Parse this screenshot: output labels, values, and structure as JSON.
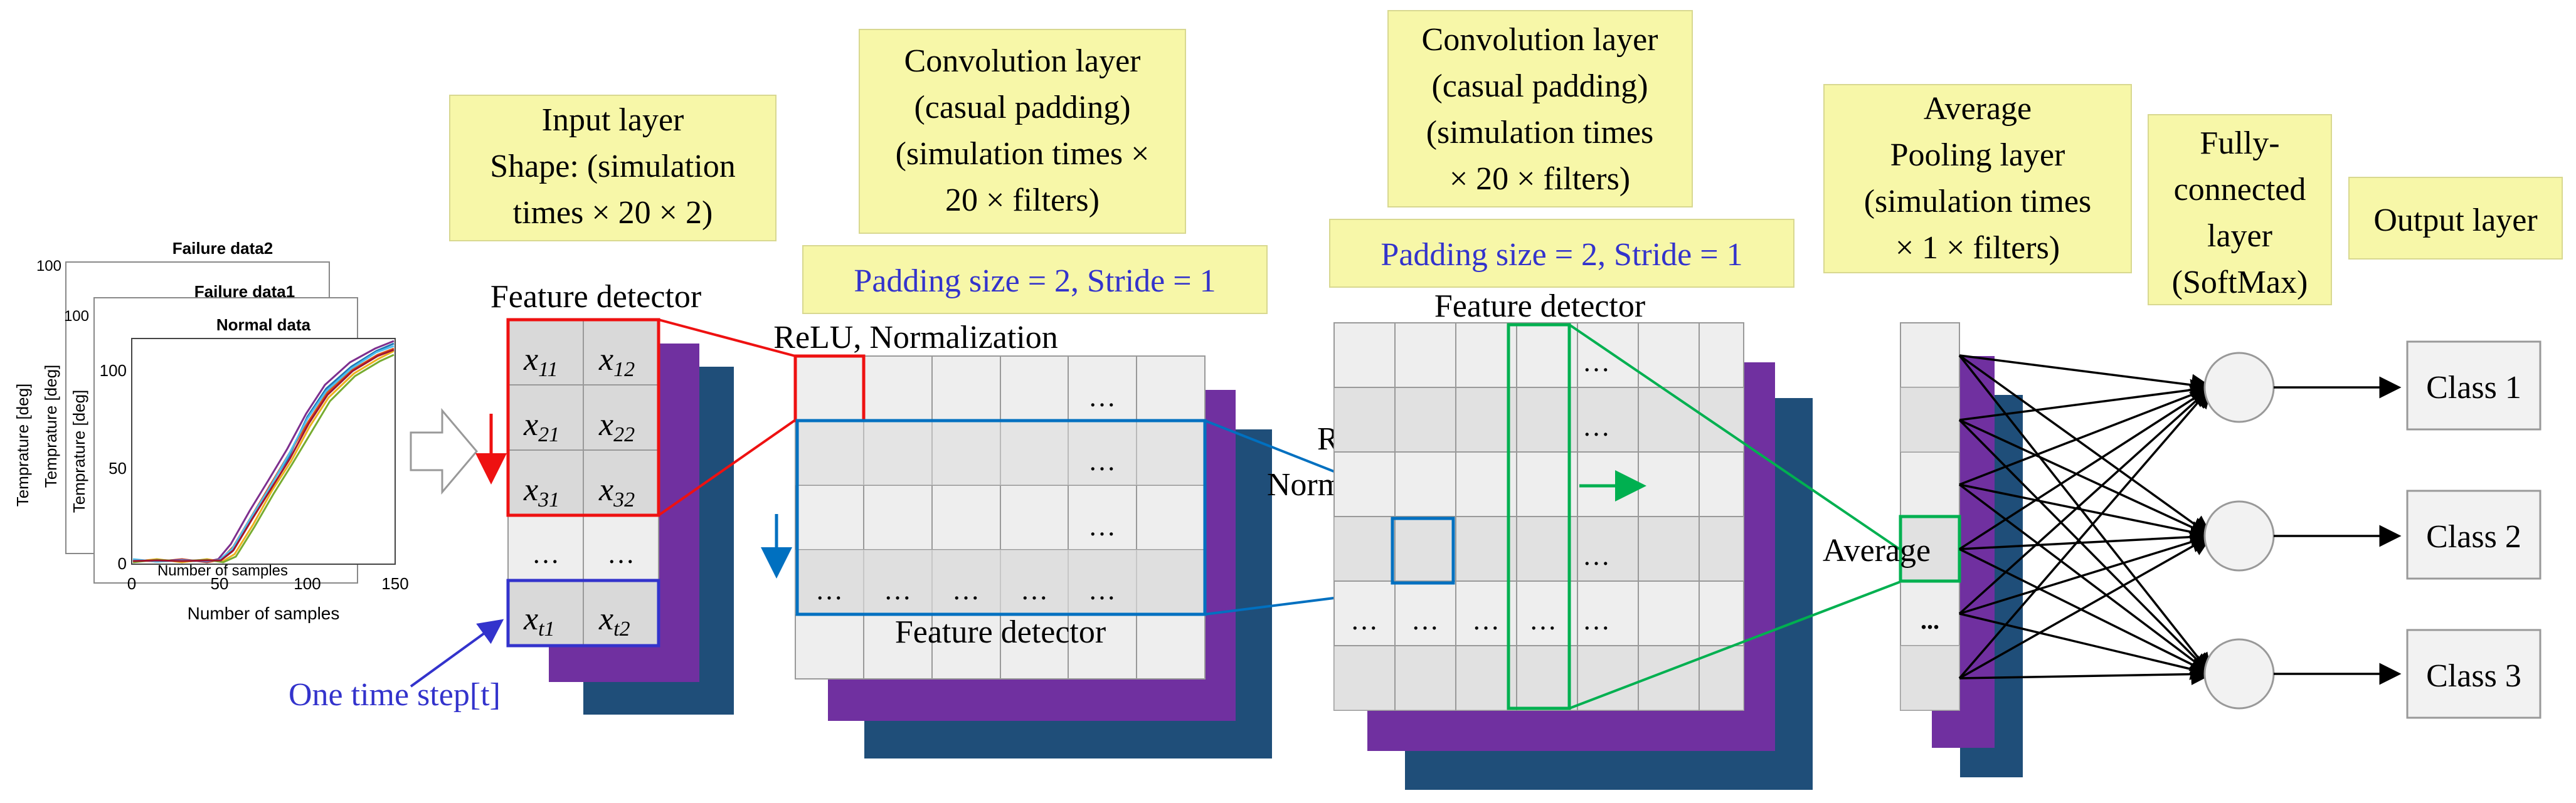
{
  "layers": {
    "input": {
      "line1": "Input layer",
      "line2": "Shape: (simulation",
      "line3": "times × 20 × 2)"
    },
    "conv1": {
      "line1": "Convolution layer",
      "line2": "(casual padding)",
      "line3": "(simulation times ×",
      "line4": "20 × filters)",
      "padding": "Padding size = 2, Stride = 1"
    },
    "conv2": {
      "line1": "Convolution layer",
      "line2": "(casual padding)",
      "line3": "(simulation times",
      "line4": "× 20 × filters)",
      "padding": "Padding size = 2, Stride = 1"
    },
    "pool": {
      "line1": "Average",
      "line2": "Pooling layer",
      "line3": "(simulation times",
      "line4": "× 1 × filters)"
    },
    "fc": {
      "line1": "Fully-",
      "line2": "connected",
      "line3": "layer",
      "line4": "(SoftMax)"
    },
    "output": {
      "label": "Output layer"
    }
  },
  "labels": {
    "feature_detector_input": "Feature detector",
    "relu_norm_1": "ReLU, Normalization",
    "feature_detector_conv1": "Feature detector",
    "relu_norm_2_line1": "ReLU,",
    "relu_norm_2_line2": "Normalization",
    "feature_detector_conv2": "Feature detector",
    "average": "Average",
    "one_time_step": "One time step[t]",
    "ellipsis": "…",
    "pool_dots": "..."
  },
  "input_matrix": {
    "rows": [
      {
        "a_base": "x",
        "a_sub": "11",
        "b_base": "x",
        "b_sub": "12"
      },
      {
        "a_base": "x",
        "a_sub": "21",
        "b_base": "x",
        "b_sub": "22"
      },
      {
        "a_base": "x",
        "a_sub": "31",
        "b_base": "x",
        "b_sub": "32"
      }
    ],
    "time_row": {
      "a_base": "x",
      "a_sub": "t1",
      "b_base": "x",
      "b_sub": "t2"
    }
  },
  "classes": [
    "Class 1",
    "Class 2",
    "Class 3"
  ],
  "plots": {
    "back_title": "Failure data2",
    "mid_title": "Failure data1",
    "front_title": "Normal data",
    "ylabel": "Temprature [deg]",
    "xlabel": "Number of samples",
    "y_ticks": [
      "0",
      "50",
      "100"
    ],
    "x_ticks": [
      "0",
      "50",
      "100",
      "150"
    ],
    "partial_axis_label": "Nu"
  },
  "colors": {
    "yellow_box": "#f7f7a8",
    "purple": "#7030a0",
    "navy": "#1f4e79",
    "red": "#ee1111",
    "blue": "#0070c0",
    "green": "#00b050",
    "text_blue": "#3333cc"
  }
}
